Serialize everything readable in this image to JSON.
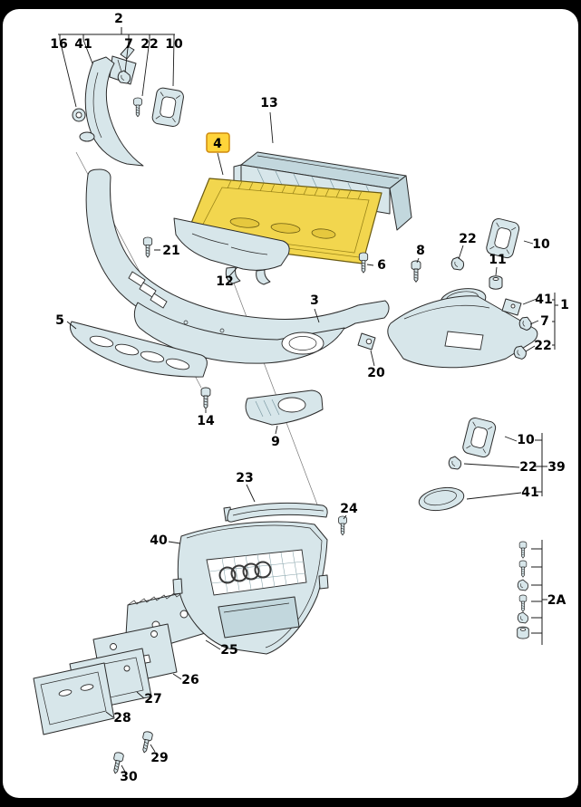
{
  "diagram": {
    "colors": {
      "background": "#ffffff",
      "frame": "#000000",
      "part_fill": "#d7e6ea",
      "part_stroke": "#2b2b2b",
      "leader_line": "#1a1a1a",
      "highlight_fill": "#f2d64e",
      "highlight_stroke": "#6a5a10",
      "highlight_label_bg": "#ffd43a",
      "highlight_label_border": "#cf8a0d",
      "label_color": "#000000"
    },
    "labels": {
      "group2": "2",
      "item16": "16",
      "item41a": "41",
      "item7a": "7",
      "item22a": "22",
      "item10a": "10",
      "item13": "13",
      "item4": "4",
      "item21": "21",
      "item12": "12",
      "item6": "6",
      "item8": "8",
      "item22b": "22",
      "item10b": "10",
      "item11": "11",
      "item41b": "41",
      "group1": "1",
      "item7b": "7",
      "item22c": "22",
      "item5": "5",
      "item3": "3",
      "item20": "20",
      "item14": "14",
      "item9": "9",
      "item23": "23",
      "item24": "24",
      "item40": "40",
      "item10c": "10",
      "item22d": "22",
      "group39": "39",
      "item41c": "41",
      "item25": "25",
      "item26": "26",
      "item27": "27",
      "item28": "28",
      "item29": "29",
      "item30": "30",
      "group2a": "2A"
    }
  }
}
